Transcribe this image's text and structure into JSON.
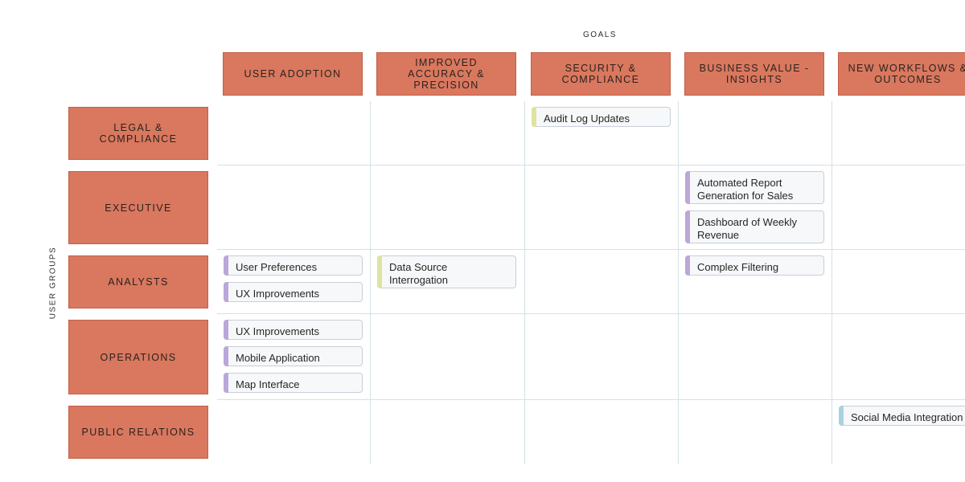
{
  "titles": {
    "goals": "GOALS",
    "user_groups": "USER GROUPS"
  },
  "goals": [
    "USER ADOPTION",
    "IMPROVED ACCURACY &\nPRECISION",
    "SECURITY &\nCOMPLIANCE",
    "BUSINESS VALUE -\nINSIGHTS",
    "NEW WORKFLOWS &\nOUTCOMES"
  ],
  "user_groups": [
    "LEGAL & COMPLIANCE",
    "EXECUTIVE",
    "ANALYSTS",
    "OPERATIONS",
    "PUBLIC RELATIONS"
  ],
  "colors": {
    "header_fill": "#d9785e",
    "tag_purple": "#b9a8d9",
    "tag_yellow": "#dfe3a0",
    "tag_blue": "#a8d3dc"
  },
  "cards": [
    {
      "label": "Audit Log Updates",
      "group": 0,
      "goal": 2,
      "tag": "yellow"
    },
    {
      "label": "Automated Report\nGeneration for Sales",
      "group": 1,
      "goal": 3,
      "tag": "purple"
    },
    {
      "label": "Dashboard of Weekly\nRevenue",
      "group": 1,
      "goal": 3,
      "tag": "purple"
    },
    {
      "label": "User Preferences",
      "group": 2,
      "goal": 0,
      "tag": "purple"
    },
    {
      "label": "UX Improvements",
      "group": 2,
      "goal": 0,
      "tag": "purple"
    },
    {
      "label": "Data Source\nInterrogation",
      "group": 2,
      "goal": 1,
      "tag": "yellow"
    },
    {
      "label": "Complex Filtering",
      "group": 2,
      "goal": 3,
      "tag": "purple"
    },
    {
      "label": "UX Improvements",
      "group": 3,
      "goal": 0,
      "tag": "purple"
    },
    {
      "label": "Mobile Application",
      "group": 3,
      "goal": 0,
      "tag": "purple"
    },
    {
      "label": "Map Interface",
      "group": 3,
      "goal": 0,
      "tag": "purple"
    },
    {
      "label": "Social Media Integration",
      "group": 4,
      "goal": 4,
      "tag": "blue"
    }
  ]
}
